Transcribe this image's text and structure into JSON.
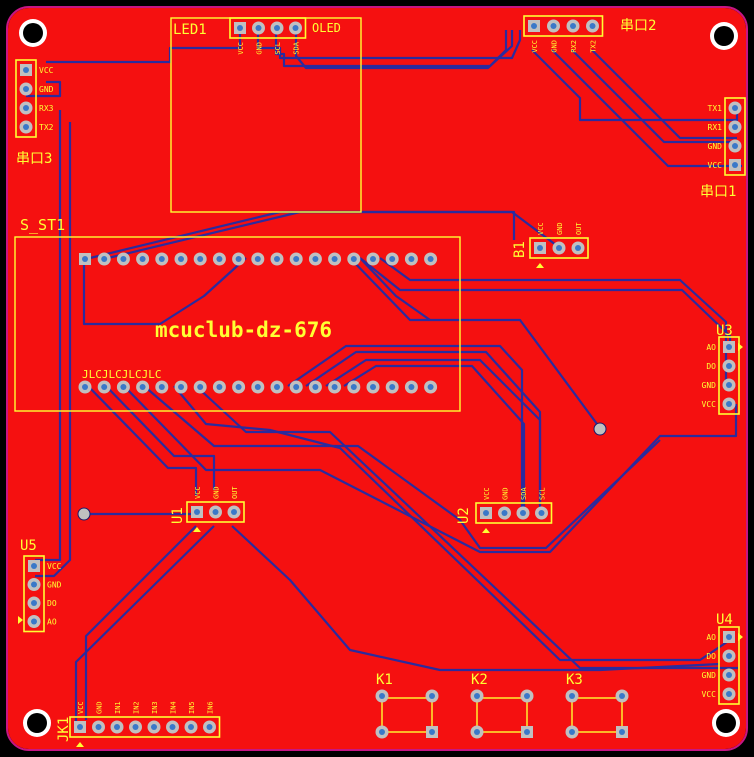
{
  "board": {
    "title": "mcuclub-dz-676",
    "colors": {
      "background": "#000000",
      "copper": "#f51010",
      "outline": "#c71585",
      "trace": "#2b2b9e",
      "silk": "#ffff33",
      "pad": "#c0c0c0",
      "pad_hole": "#3a78c8"
    }
  },
  "components": {
    "led1": {
      "ref": "LED1",
      "value": "OLED",
      "pins": [
        "VCC",
        "GND",
        "SCL",
        "SDA"
      ]
    },
    "uart2": {
      "ref": "串口2",
      "pins": [
        "VCC",
        "GND",
        "RX2",
        "TX2"
      ]
    },
    "uart3": {
      "ref": "串口3",
      "pins": [
        "VCC",
        "GND",
        "RX3",
        "TX2"
      ]
    },
    "uart1": {
      "ref": "串口1",
      "pins": [
        "TX1",
        "RX1",
        "GND",
        "VCC"
      ]
    },
    "s_st1": {
      "ref": "S_ST1",
      "top_row_count": 19,
      "bottom_row_count": 19,
      "bottom_label": "JLCJLCJLCJLC"
    },
    "b1": {
      "ref": "B1",
      "pins": [
        "VCC",
        "GND",
        "OUT"
      ]
    },
    "u3": {
      "ref": "U3",
      "pins": [
        "AO",
        "DO",
        "GND",
        "VCC"
      ]
    },
    "u1": {
      "ref": "U1",
      "pins": [
        "VCC",
        "GND",
        "OUT"
      ]
    },
    "u2": {
      "ref": "U2",
      "pins": [
        "VCC",
        "GND",
        "SDA",
        "SCL"
      ]
    },
    "u5": {
      "ref": "U5",
      "pins": [
        "VCC",
        "GND",
        "DO",
        "AO"
      ]
    },
    "u4": {
      "ref": "U4",
      "pins": [
        "AO",
        "DO",
        "GND",
        "VCC"
      ]
    },
    "jk1": {
      "ref": "JK1",
      "pins": [
        "VCC",
        "GND",
        "IN1",
        "IN2",
        "IN3",
        "IN4",
        "IN5",
        "IN6"
      ]
    },
    "buttons": [
      {
        "ref": "K1"
      },
      {
        "ref": "K2"
      },
      {
        "ref": "K3"
      }
    ]
  }
}
